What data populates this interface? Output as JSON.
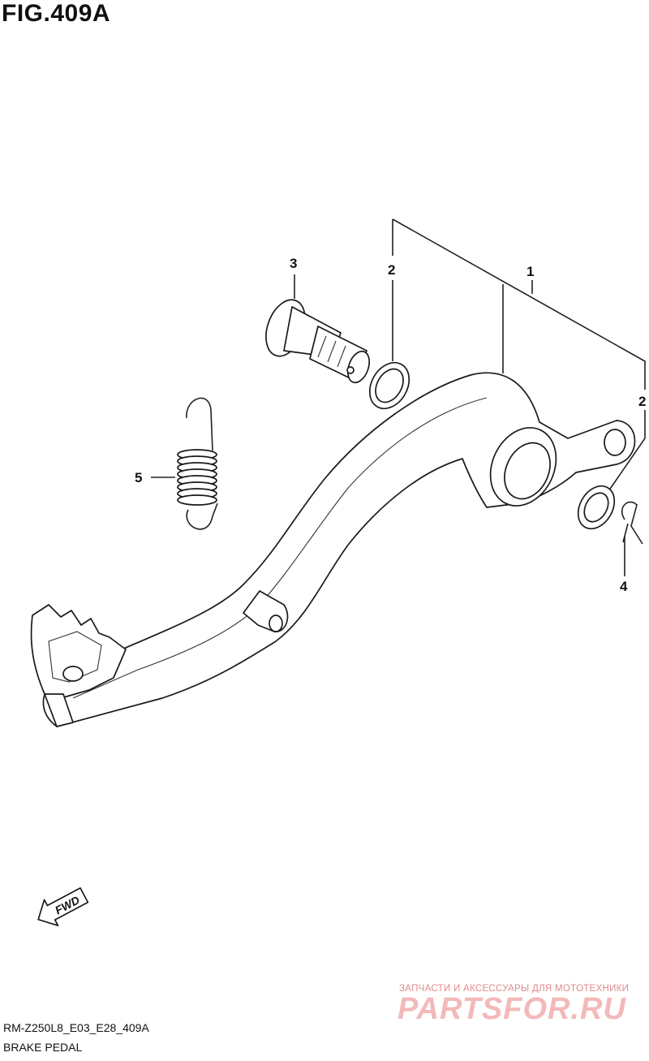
{
  "figure": {
    "title": "FIG.409A"
  },
  "callouts": [
    "1",
    "2",
    "2",
    "3",
    "4",
    "5"
  ],
  "fwd_badge": "FWD",
  "footer": {
    "code": "RM-Z250L8_E03_E28_409A",
    "name": "BRAKE PEDAL"
  },
  "watermark": {
    "caption": "ЗАПЧАСТИ И АКСЕССУАРЫ ДЛЯ МОТОТЕХНИКИ",
    "logo": "PARTSFOR.RU",
    "color": "#f3b9b9"
  }
}
